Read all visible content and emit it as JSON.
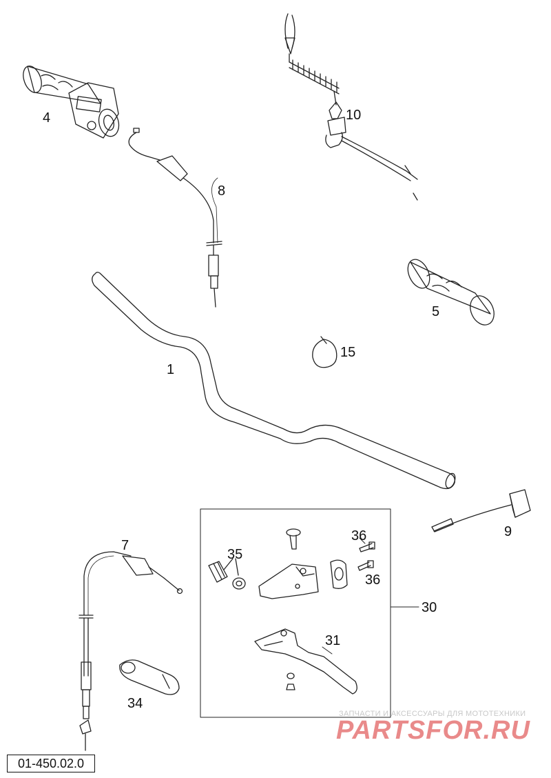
{
  "diagram": {
    "catalog_code": "01-450.02.0",
    "part_labels": {
      "handlebar": "1",
      "throttle_grip": "4",
      "left_grip": "5",
      "clutch_cable": "7",
      "throttle_cable": "8",
      "switch": "9",
      "kill_switch": "10",
      "cable_tie": "15",
      "clutch_assembly": "30",
      "lever": "31",
      "cable_boot": "34",
      "adjuster": "35",
      "screw_upper": "36",
      "screw_lower": "36"
    }
  },
  "watermark": {
    "tagline": "ЗАПЧАСТИ И АКСЕССУАРЫ ДЛЯ МОТОТЕХНИКИ",
    "brand": "PARTSFOR.RU"
  },
  "colors": {
    "line": "#222222",
    "watermark_brand": "#e98a8a",
    "watermark_tagline": "#c8c8c8"
  }
}
